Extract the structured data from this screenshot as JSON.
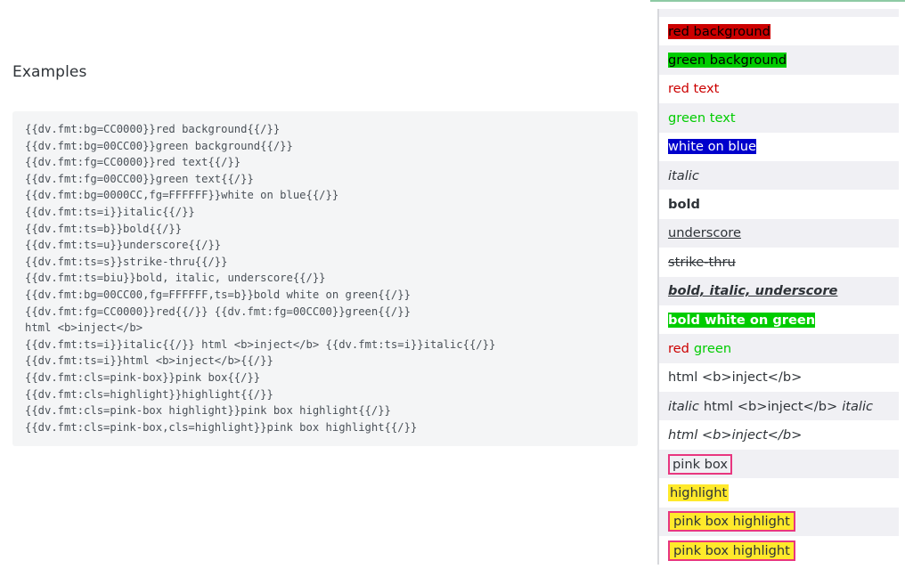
{
  "page": {
    "heading": "Examples",
    "accent_green": "#8ecaa4",
    "code_bg": "#f4f5f6",
    "stripe_bg": "#f0f0f4"
  },
  "code_block": {
    "lines": [
      "{{dv.fmt:bg=CC0000}}red background{{/}}",
      "{{dv.fmt:bg=00CC00}}green background{{/}}",
      "{{dv.fmt:fg=CC0000}}red text{{/}}",
      "{{dv.fmt:fg=00CC00}}green text{{/}}",
      "{{dv.fmt:bg=0000CC,fg=FFFFFF}}white on blue{{/}}",
      "{{dv.fmt:ts=i}}italic{{/}}",
      "{{dv.fmt:ts=b}}bold{{/}}",
      "{{dv.fmt:ts=u}}underscore{{/}}",
      "{{dv.fmt:ts=s}}strike-thru{{/}}",
      "{{dv.fmt:ts=biu}}bold, italic, underscore{{/}}",
      "{{dv.fmt:bg=00CC00,fg=FFFFFF,ts=b}}bold white on green{{/}}",
      "{{dv.fmt:fg=CC0000}}red{{/}} {{dv.fmt:fg=00CC00}}green{{/}}",
      "html <b>inject</b>",
      "{{dv.fmt:ts=i}}italic{{/}} html <b>inject</b> {{dv.fmt:ts=i}}italic{{/}}",
      "{{dv.fmt:ts=i}}html <b>inject</b>{{/}}",
      "{{dv.fmt:cls=pink-box}}pink box{{/}}",
      "{{dv.fmt:cls=highlight}}highlight{{/}}",
      "{{dv.fmt:cls=pink-box highlight}}pink box highlight{{/}}",
      "{{dv.fmt:cls=pink-box,cls=highlight}}pink box highlight{{/}}"
    ]
  },
  "results": {
    "rows": [
      {
        "text": "red background",
        "style": "bg-red",
        "stripe": false
      },
      {
        "text": "green background",
        "style": "bg-green",
        "stripe": true
      },
      {
        "text": "red text",
        "style": "fg-red",
        "stripe": false
      },
      {
        "text": "green text",
        "style": "fg-green",
        "stripe": true
      },
      {
        "text": "white on blue",
        "style": "bg-blue-fg-white",
        "stripe": false
      },
      {
        "text": "italic",
        "style": "ts-i",
        "stripe": true
      },
      {
        "text": "bold",
        "style": "ts-b",
        "stripe": false
      },
      {
        "text": "underscore",
        "style": "ts-u",
        "stripe": true
      },
      {
        "text": "strike-thru",
        "style": "ts-s",
        "stripe": false
      },
      {
        "text": "bold, italic, underscore",
        "style": "ts-biu",
        "stripe": true
      },
      {
        "text": "bold white on green",
        "style": "bg-green-fg-white-b",
        "stripe": false
      },
      {
        "text": "red green",
        "style": "red-green-pair",
        "stripe": true,
        "parts": [
          {
            "text": "red",
            "style": "fg-red"
          },
          {
            "text": "green",
            "style": "fg-green"
          }
        ]
      },
      {
        "text": "html <b>inject</b>",
        "style": "plain",
        "stripe": false
      },
      {
        "text": "italic html <b>inject</b> italic",
        "style": "italic-mixed",
        "stripe": true,
        "parts": [
          {
            "text": "italic",
            "style": "ts-i"
          },
          {
            "text": "html <b>inject</b>",
            "style": "plain"
          },
          {
            "text": "italic",
            "style": "ts-i"
          }
        ]
      },
      {
        "text": "html <b>inject</b>",
        "style": "ts-i",
        "stripe": false
      },
      {
        "text": "pink box",
        "style": "cls-pink-box",
        "stripe": true
      },
      {
        "text": "highlight",
        "style": "cls-highlight",
        "stripe": false
      },
      {
        "text": "pink box highlight",
        "style": "cls-pink-highlight",
        "stripe": true
      },
      {
        "text": "pink box highlight",
        "style": "cls-pink-highlight",
        "stripe": false
      }
    ],
    "colors": {
      "red": "#CC0000",
      "green": "#00CC00",
      "blue": "#0000CC",
      "white": "#FFFFFF",
      "pink_box_border": "#e8367f",
      "highlight_yellow": "#ffe92b"
    }
  }
}
